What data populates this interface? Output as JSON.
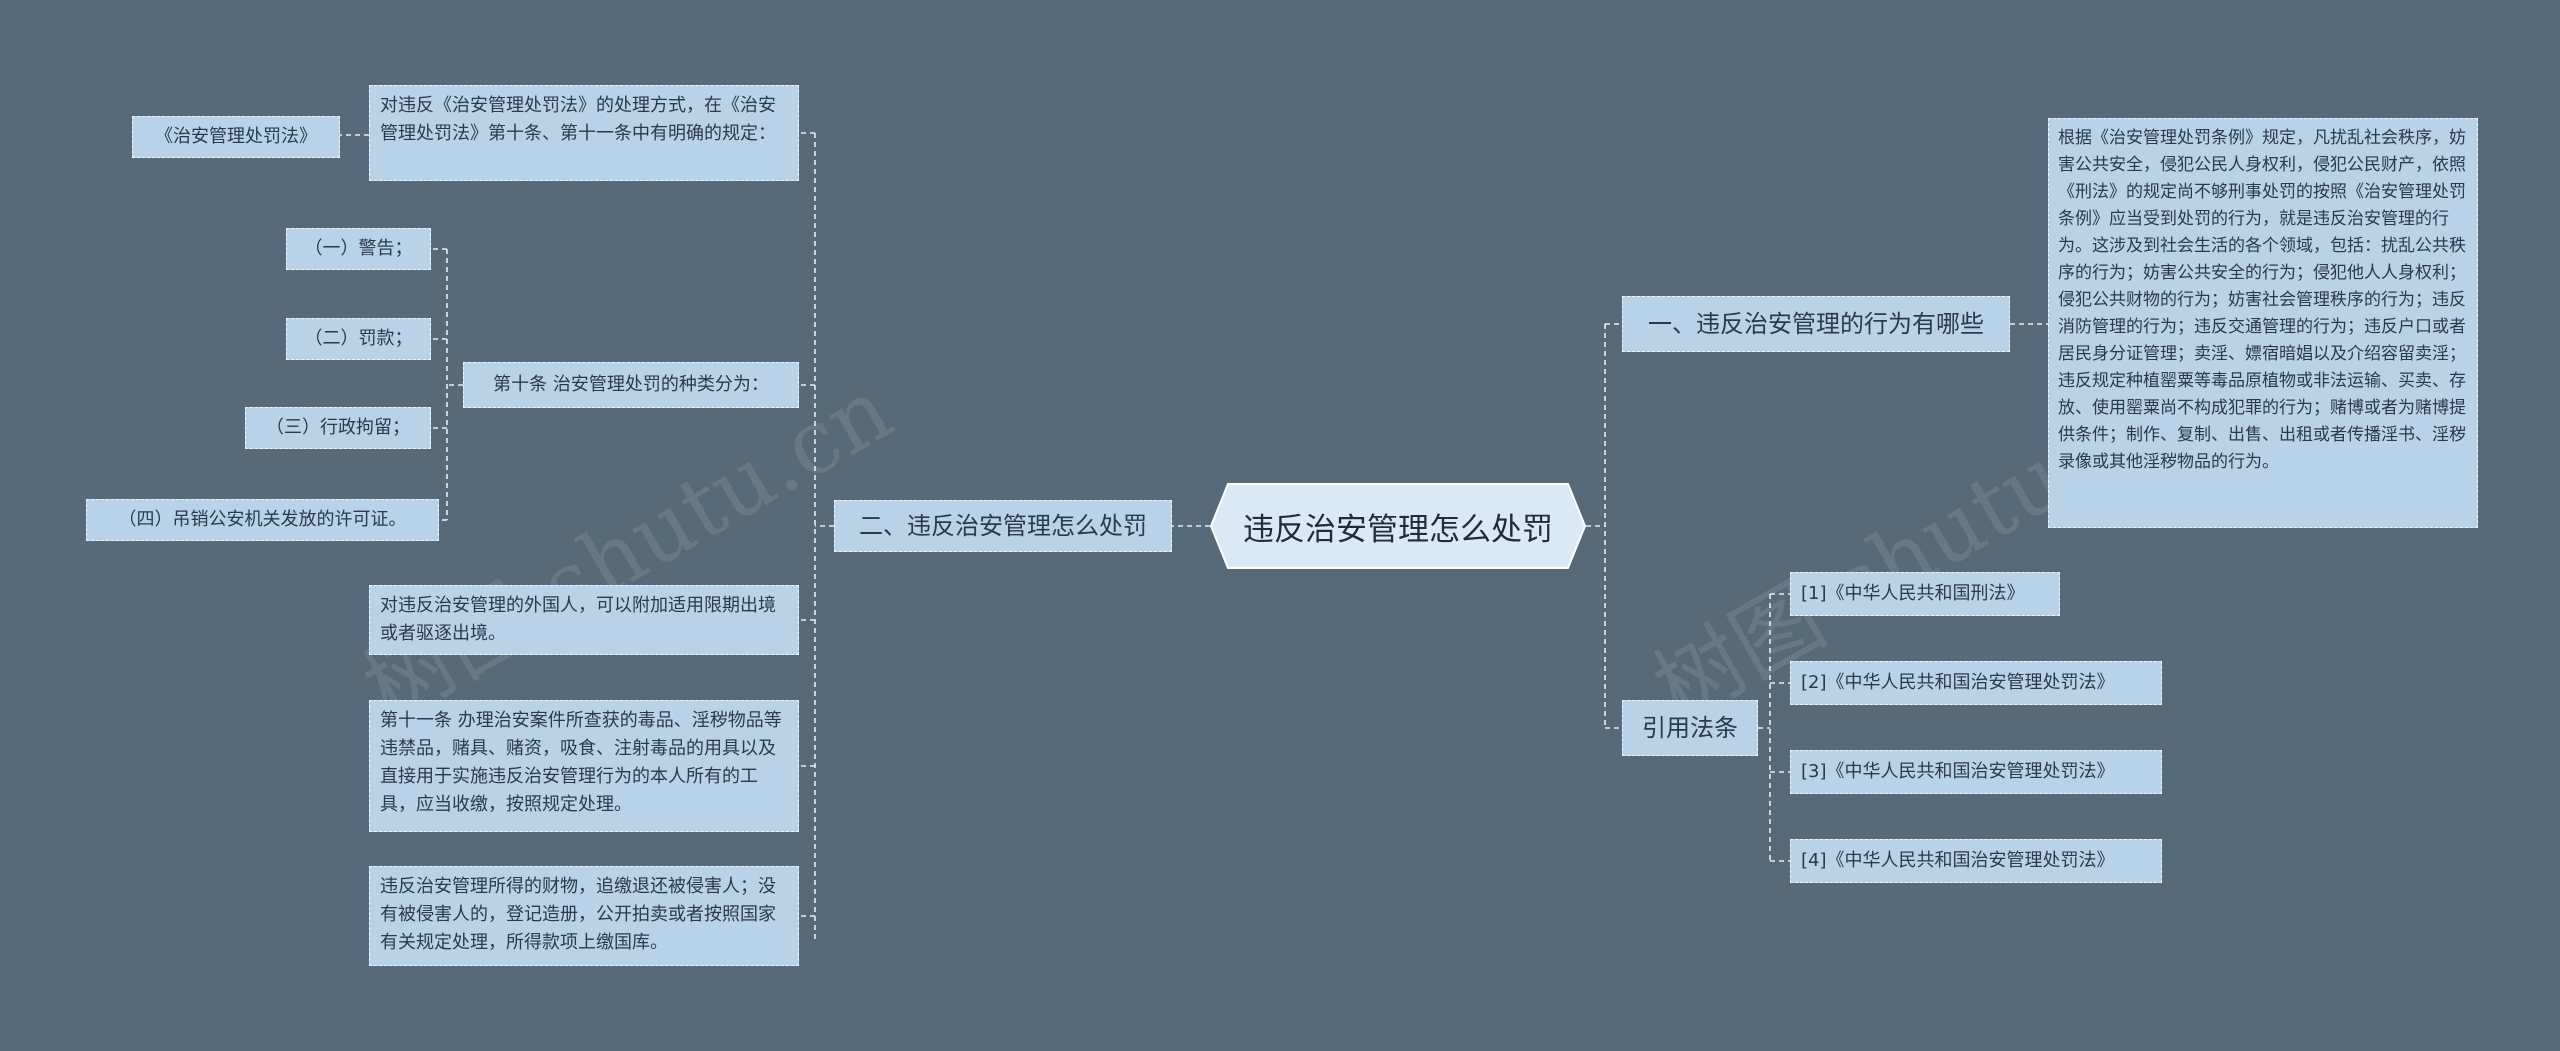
{
  "root": {
    "label": "违反治安管理怎么处罚"
  },
  "watermark": "树图 shutu.cn",
  "left_branch": {
    "label": "二、违反治安管理怎么处罚",
    "intro": "对违反《治安管理处罚法》的处理方式，在《治安管理处罚法》第十条、第十一条中有明确的规定：",
    "intro_ref": "《治安管理处罚法》",
    "article10": {
      "label": "第十条 治安管理处罚的种类分为：",
      "items": [
        "（一）警告；",
        "（二）罚款；",
        "（三）行政拘留；",
        "（四）吊销公安机关发放的许可证。"
      ]
    },
    "foreigner": "对违反治安管理的外国人，可以附加适用限期出境或者驱逐出境。",
    "article11": "第十一条 办理治安案件所查获的毒品、淫秽物品等违禁品，赌具、赌资，吸食、注射毒品的用具以及直接用于实施违反治安管理行为的本人所有的工具，应当收缴，按照规定处理。",
    "property": "违反治安管理所得的财物，追缴退还被侵害人；没有被侵害人的，登记造册，公开拍卖或者按照国家有关规定处理，所得款项上缴国库。"
  },
  "right_branch_1": {
    "label": "一、违反治安管理的行为有哪些",
    "detail": "根据《治安管理处罚条例》规定，凡扰乱社会秩序，妨害公共安全，侵犯公民人身权利，侵犯公民财产，依照《刑法》的规定尚不够刑事处罚的按照《治安管理处罚条例》应当受到处罚的行为，就是违反治安管理的行为。这涉及到社会生活的各个领域，包括：扰乱公共秩序的行为；妨害公共安全的行为；侵犯他人人身权利；侵犯公共财物的行为；妨害社会管理秩序的行为；违反消防管理的行为；违反交通管理的行为；违反户口或者居民身分证管理；卖淫、嫖宿暗娼以及介绍容留卖淫；违反规定种植罂粟等毒品原植物或非法运输、买卖、存放、使用罂粟尚不构成犯罪的行为；赌博或者为赌博提供条件；制作、复制、出售、出租或者传播淫书、淫秽录像或其他淫秽物品的行为。"
  },
  "right_branch_2": {
    "label": "引用法条",
    "refs": [
      "[1]《中华人民共和国刑法》",
      "[2]《中华人民共和国治安管理处罚法》",
      "[3]《中华人民共和国治安管理处罚法》",
      "[4]《中华人民共和国治安管理处罚法》"
    ]
  }
}
